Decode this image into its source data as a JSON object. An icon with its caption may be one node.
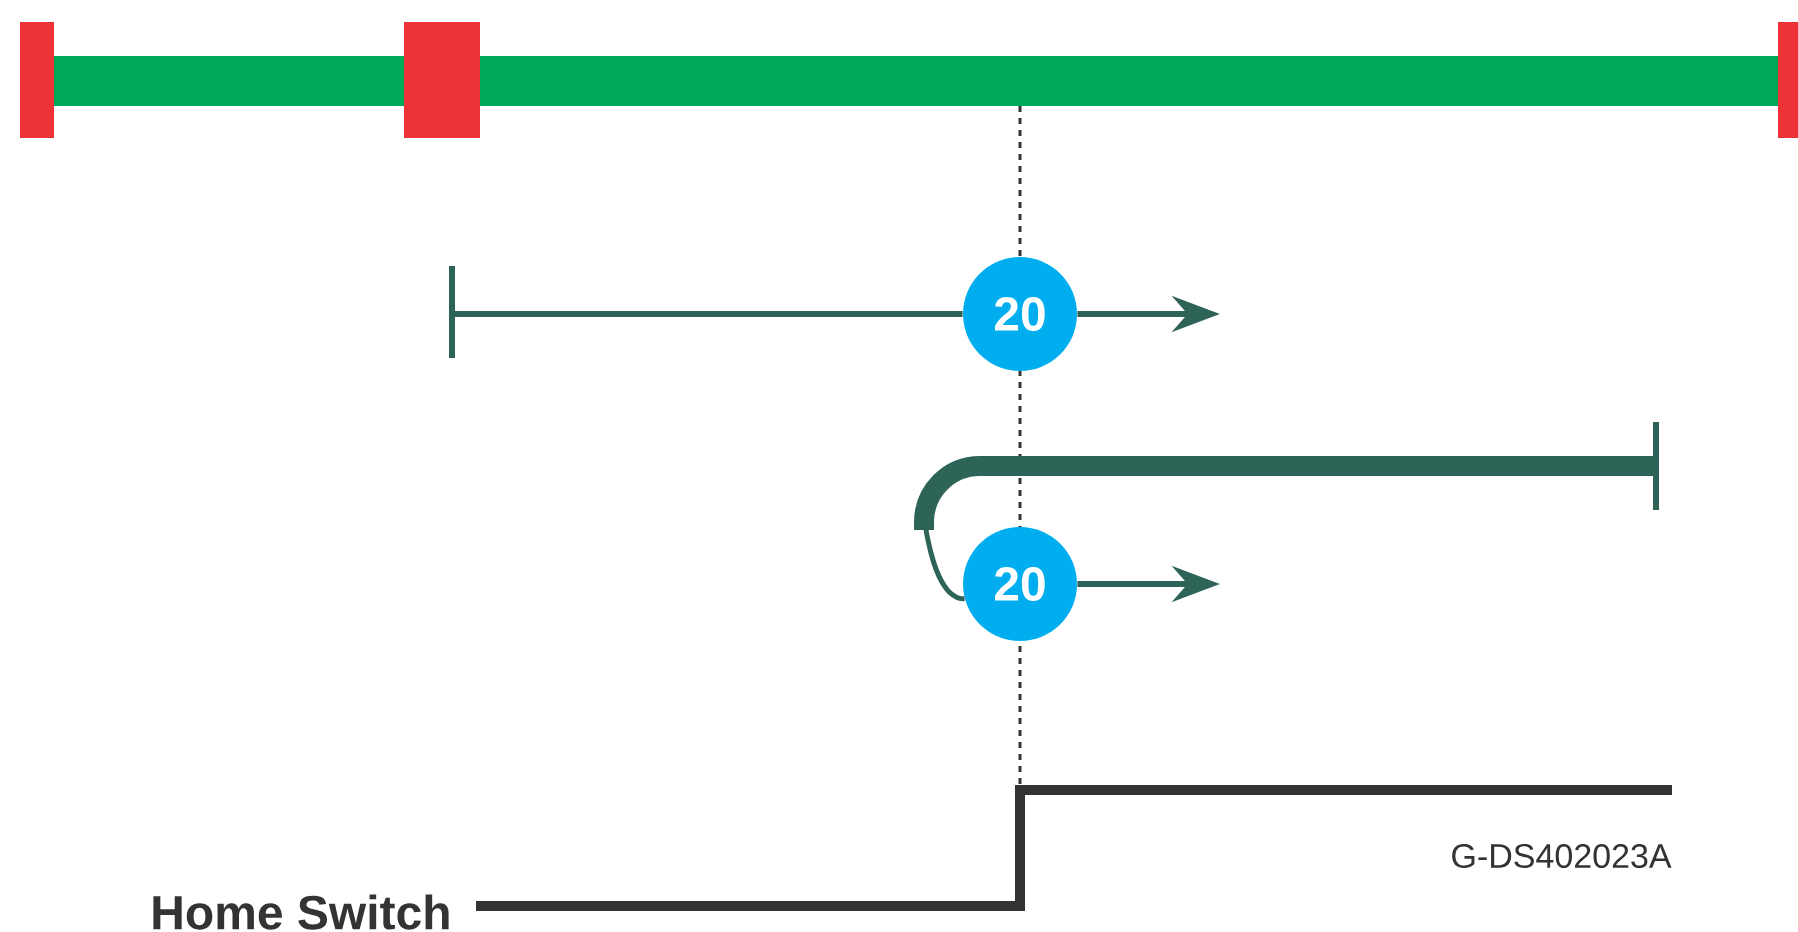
{
  "diagram": {
    "nodes": [
      {
        "text": [
          "20"
        ]
      },
      {
        "text": [
          "20"
        ]
      }
    ],
    "edges": [
      {
        "from": null,
        "to": 0,
        "arrow": "none"
      },
      {
        "from": 0,
        "to": null,
        "arrow": "to"
      },
      {
        "from": null,
        "to": 1,
        "arrow": "none",
        "style": "thick"
      },
      {
        "from": 1,
        "to": null,
        "arrow": "to"
      }
    ],
    "labels": [
      "G-DS402023A",
      "Home Switch"
    ]
  }
}
